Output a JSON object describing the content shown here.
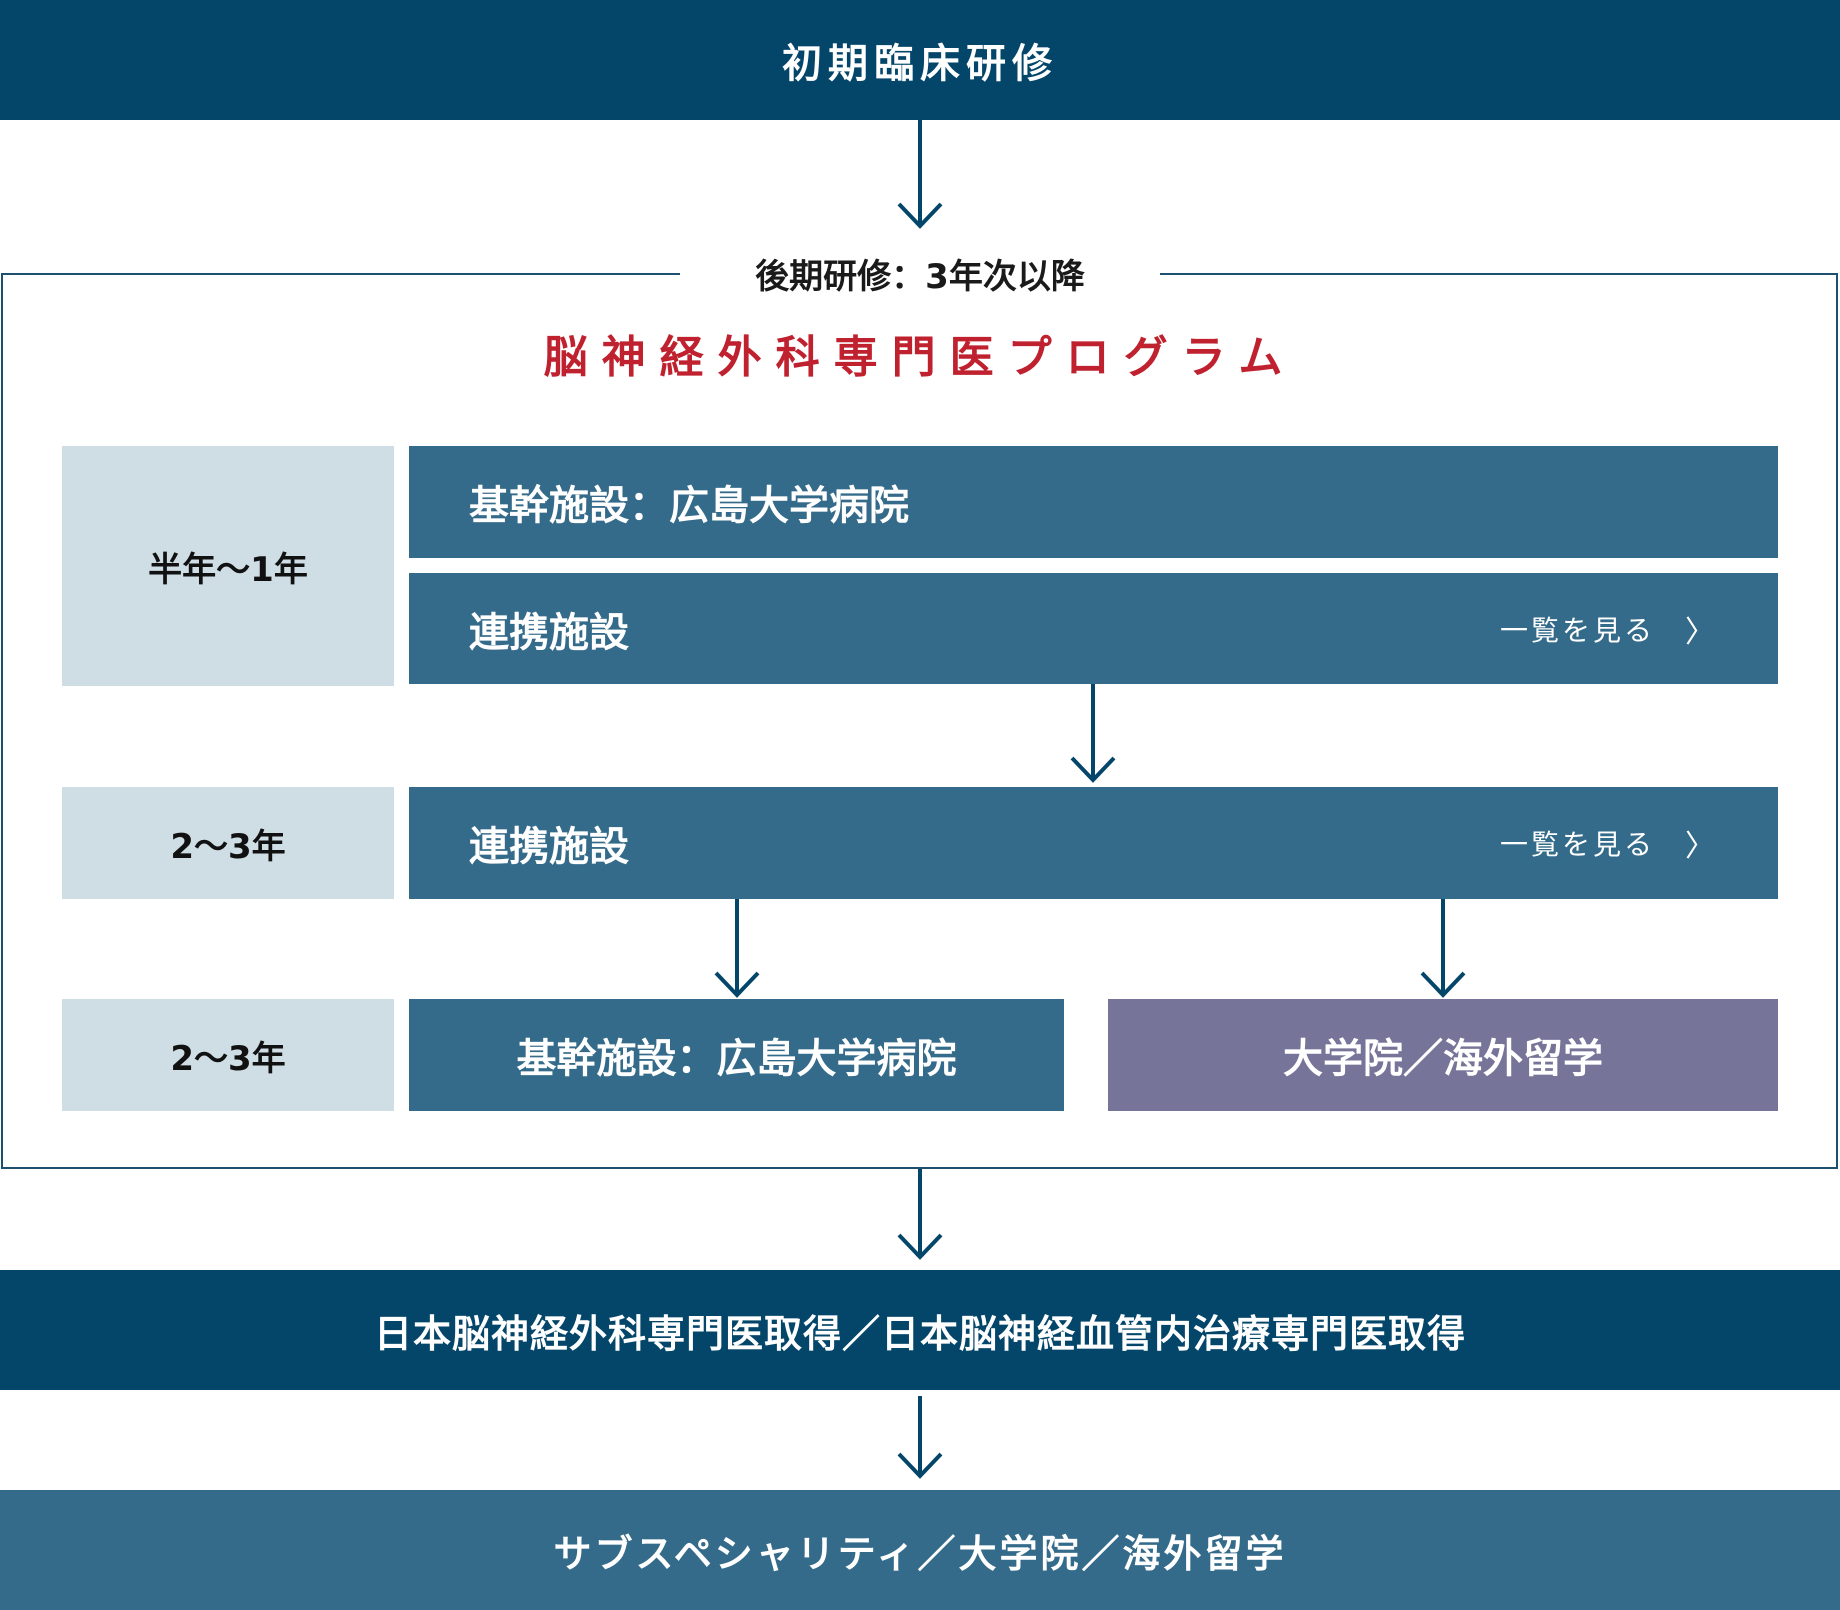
{
  "initial_training": "初期臨床研修",
  "program": {
    "caption": "後期研修：3年次以降",
    "title": "脳神経外科専門医プログラム",
    "stages": [
      {
        "label": "半年〜1年",
        "boxes": [
          {
            "title": "基幹施設：広島大学病院"
          },
          {
            "title": "連携施設",
            "link": "一覧を見る"
          }
        ]
      },
      {
        "label": "2〜3年",
        "boxes": [
          {
            "title": "連携施設",
            "link": "一覧を見る"
          }
        ]
      },
      {
        "label": "2〜3年",
        "boxes": [
          {
            "title": "基幹施設：広島大学病院"
          },
          {
            "title": "大学院／海外留学"
          }
        ]
      }
    ]
  },
  "certification": "日本脳神経外科専門医取得／日本脳神経血管内治療専門医取得",
  "subspecialty": "サブスペシャリティ／大学院／海外留学",
  "colors": {
    "navy": "#04466a",
    "steel_blue": "#356b8a",
    "light_blue_gray": "#cfdde4",
    "purple": "#777499",
    "title_red": "#c0212f"
  },
  "icons": {
    "link_chevron": "chevron-right-icon",
    "flow_arrow": "arrow-down-icon"
  },
  "chevron_glyph": "〉"
}
